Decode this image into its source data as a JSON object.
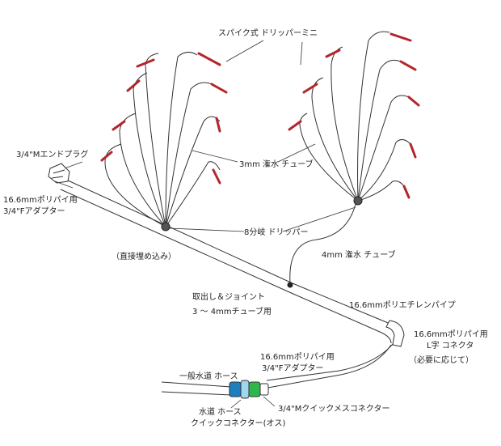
{
  "labels": {
    "spike_dripper_mini": "スパイク式 ドリッパーミニ",
    "end_plug": "3/4\"Mエンドプラグ",
    "adapter_top_1": "16.6mmポリパイ用",
    "adapter_top_2": "3/4\"Fアダプター",
    "tube_3mm": "3mm 潅水 チューブ",
    "dripper_8way": "8分岐 ドリッパー",
    "direct_bury": "（直接埋め込み）",
    "tube_4mm": "4mm 潅水 チューブ",
    "takeout_joint_1": "取出し＆ジョイント",
    "takeout_joint_2": "3 ～ 4mmチューブ用",
    "poly_pipe": "16.6mmポリエチレンパイプ",
    "l_connector_1": "16.6mmポリパイ用",
    "l_connector_2": "L字 コネクタ",
    "l_connector_3": "（必要に応じて）",
    "adapter_bottom_1": "16.6mmポリパイ用",
    "adapter_bottom_2": "3/4\"Fアダプター",
    "garden_hose": "一般水道 ホース",
    "hose_quick_1": "水道 ホース",
    "hose_quick_2": "クイックコネクター(オス)",
    "quick_female": "3/4\"Mクイックメスコネクター"
  },
  "colors": {
    "line": "#333333",
    "dripper_red": "#b3262b",
    "connector_blue": "#1e7fbf",
    "connector_green": "#2fb84a"
  }
}
